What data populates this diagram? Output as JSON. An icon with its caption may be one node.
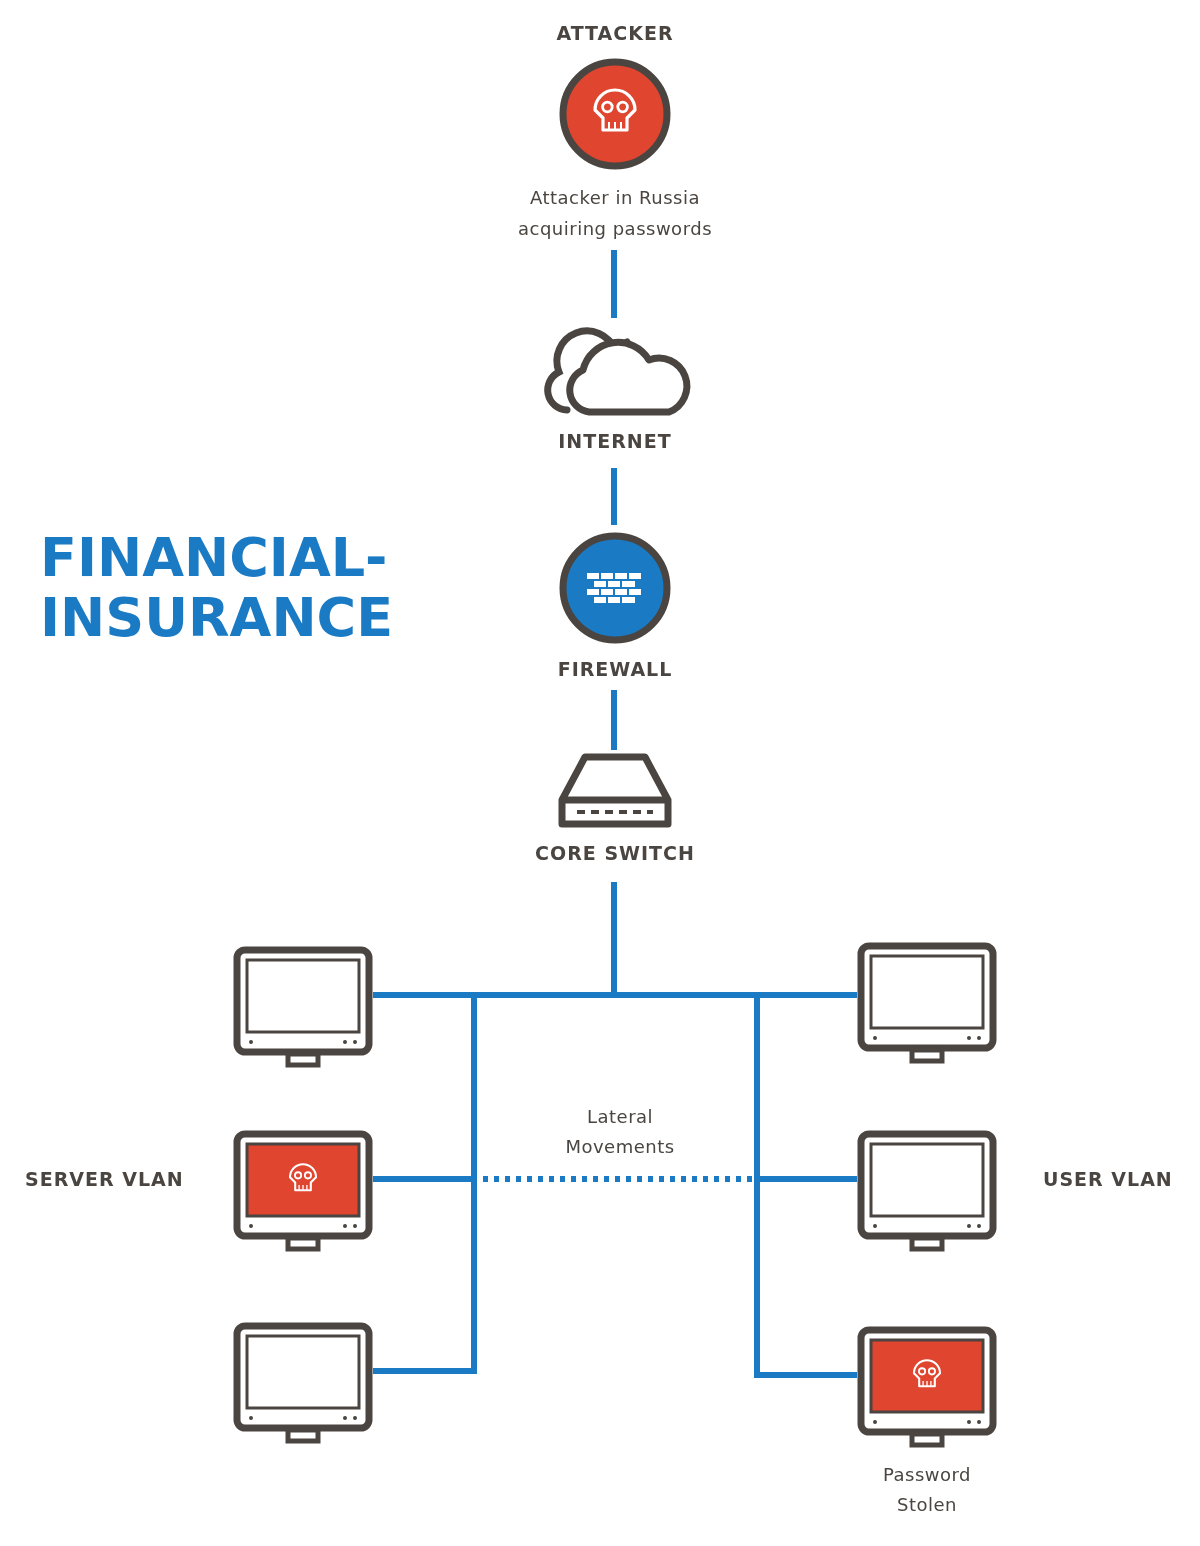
{
  "diagram": {
    "title": "FINANCIAL-INSURANCE",
    "nodes": [
      {
        "text": [
          "ATTACKER",
          "Attacker in Russia acquiring passwords"
        ]
      },
      {
        "text": [
          "INTERNET"
        ]
      },
      {
        "text": [
          "FIREWALL"
        ]
      },
      {
        "text": [
          "CORE SWITCH"
        ]
      },
      {
        "text": [],
        "shape": "monitor"
      },
      {
        "text": [],
        "shape": "monitor"
      },
      {
        "text": [],
        "shape": "monitor"
      },
      {
        "text": [],
        "shape": "monitor"
      },
      {
        "text": [],
        "shape": "monitor"
      },
      {
        "text": [],
        "shape": "monitor",
        "beside": [
          "Password Stolen"
        ]
      }
    ],
    "edges": [
      {
        "from": 0,
        "to": 1,
        "arrow": "none"
      },
      {
        "from": 1,
        "to": 2,
        "arrow": "none"
      },
      {
        "from": 2,
        "to": 3,
        "arrow": "none"
      },
      {
        "from": 3,
        "to": 4,
        "arrow": "none"
      },
      {
        "from": 3,
        "to": 5,
        "arrow": "none"
      },
      {
        "from": 3,
        "to": 6,
        "arrow": "none"
      },
      {
        "from": 3,
        "to": 7,
        "arrow": "none"
      },
      {
        "from": 3,
        "to": 8,
        "arrow": "none"
      },
      {
        "from": 3,
        "to": 9,
        "arrow": "none"
      },
      {
        "from": 6,
        "to": 7,
        "arrow": "none",
        "style": "dashed",
        "label": "Lateral Movements"
      }
    ],
    "labels": [
      "SERVER VLAN",
      "USER VLAN"
    ]
  }
}
